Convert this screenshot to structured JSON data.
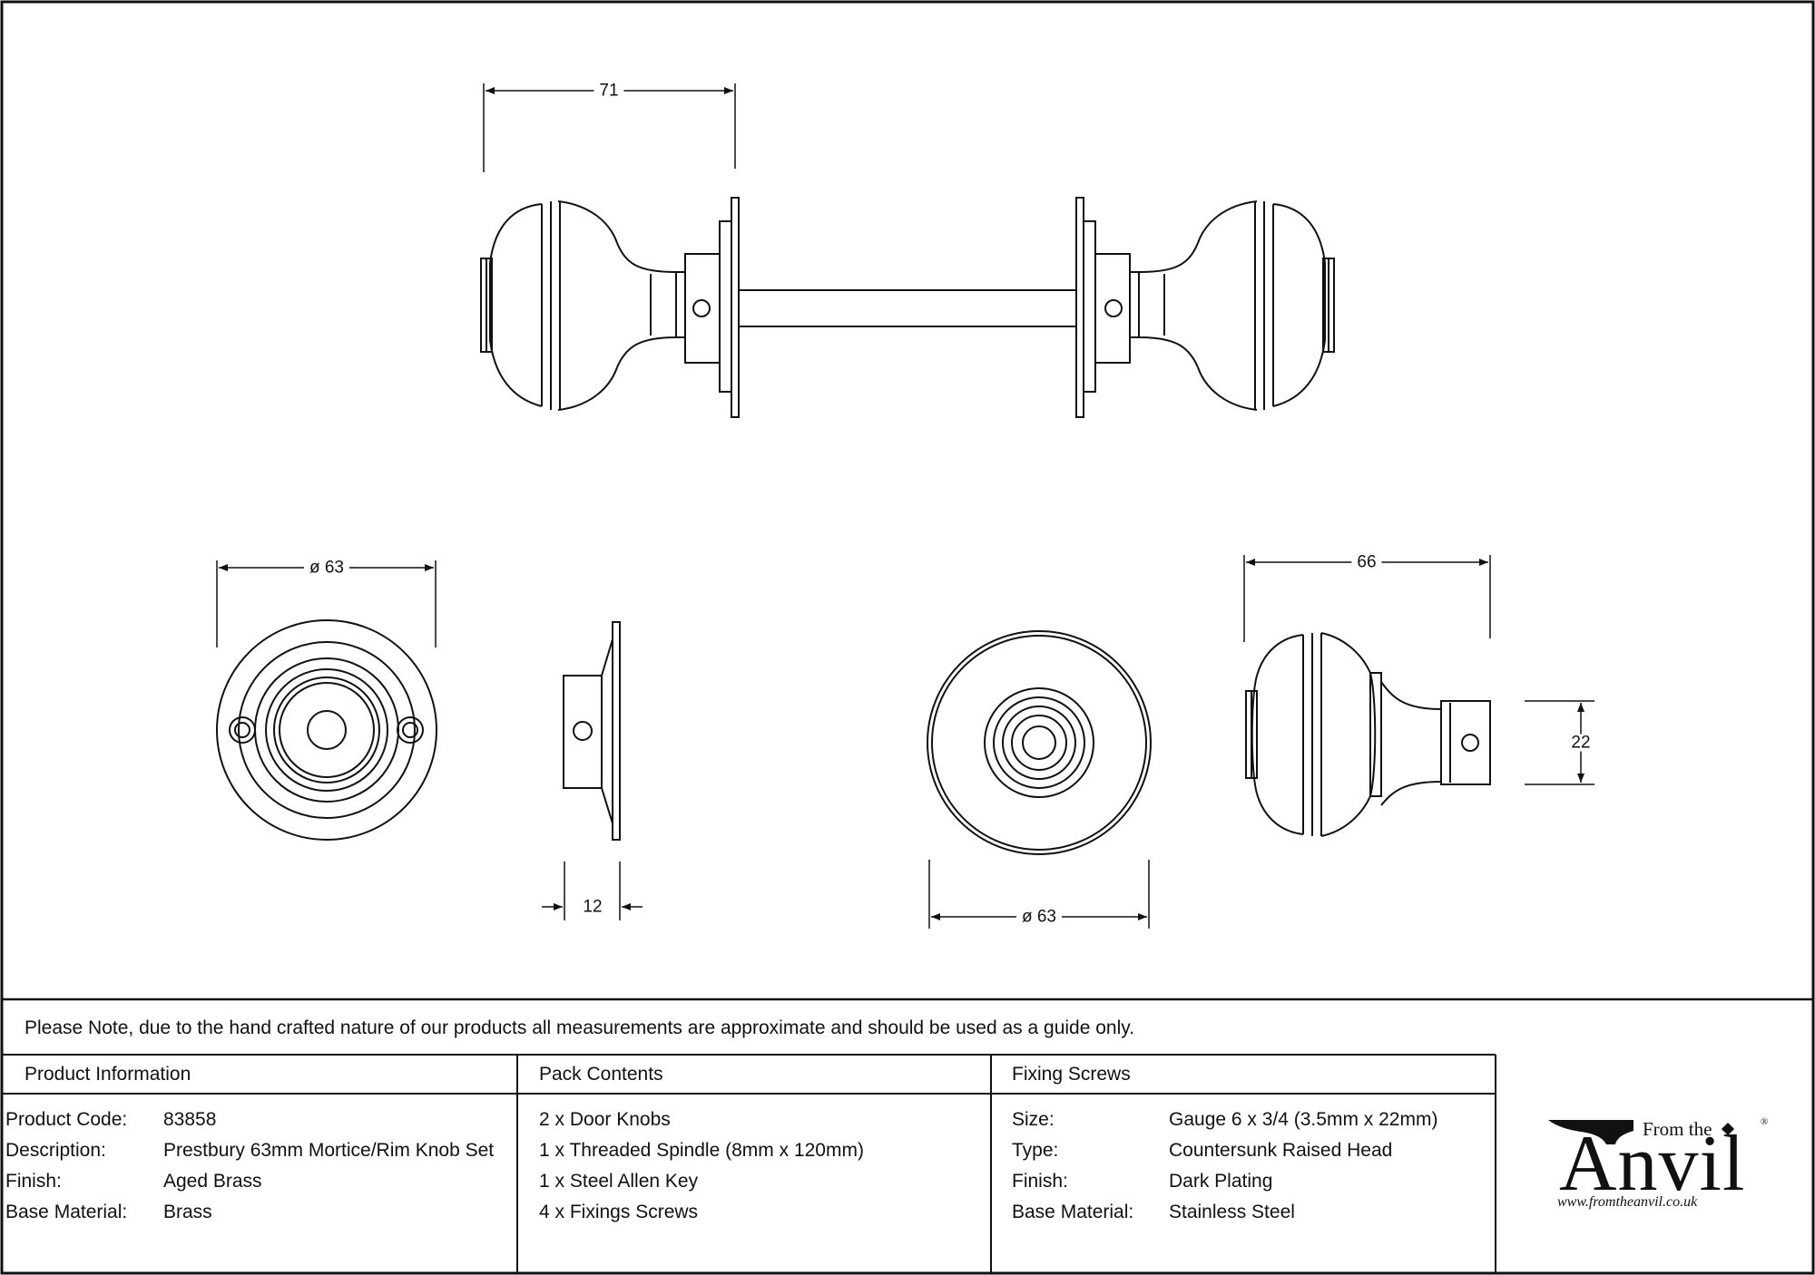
{
  "drawing": {
    "dimensions": {
      "knob_top_width": "71",
      "rose_diameter": "ø 63",
      "rose_depth": "12",
      "knob_front_diameter": "ø 63",
      "knob_side_length": "66",
      "knob_neck": "22"
    }
  },
  "note": "Please Note, due to the hand crafted nature of our products all measurements are approximate and should be used as a guide only.",
  "product_info": {
    "header": "Product Information",
    "rows": [
      {
        "label": "Product Code:",
        "value": "83858"
      },
      {
        "label": "Description:",
        "value": "Prestbury 63mm Mortice/Rim Knob Set"
      },
      {
        "label": "Finish:",
        "value": "Aged Brass"
      },
      {
        "label": "Base Material:",
        "value": "Brass"
      }
    ]
  },
  "pack_contents": {
    "header": "Pack Contents",
    "items": [
      "2 x Door Knobs",
      "1 x Threaded Spindle (8mm x 120mm)",
      "1 x Steel Allen Key",
      "4 x Fixings Screws"
    ]
  },
  "fixing_screws": {
    "header": "Fixing Screws",
    "rows": [
      {
        "label": "Size:",
        "value": "Gauge 6 x 3/4 (3.5mm x 22mm)"
      },
      {
        "label": "Type:",
        "value": "Countersunk Raised Head"
      },
      {
        "label": "Finish:",
        "value": "Dark Plating"
      },
      {
        "label": "Base Material:",
        "value": "Stainless Steel"
      }
    ]
  },
  "logo": {
    "from_the": "From the",
    "anvil": "Anvil",
    "registered": "®",
    "url": "www.fromtheanvil.co.uk"
  }
}
